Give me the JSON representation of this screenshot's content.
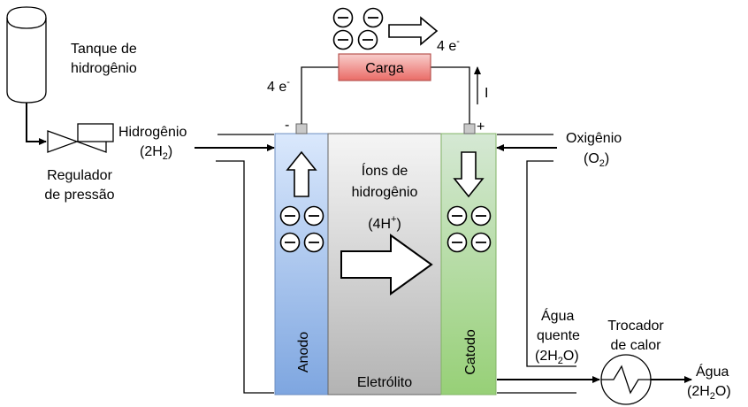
{
  "labels": {
    "tank_line1": "Tanque de",
    "tank_line2": "hidrogênio",
    "regulator_line1": "Regulador",
    "regulator_line2": "de pressão",
    "hydrogen_line1": "Hidrogênio",
    "hydrogen_line2_pre": "(2H",
    "hydrogen_line2_sub": "2",
    "hydrogen_line2_post": ")",
    "electrons_left": "4 e",
    "electrons_left_sup": "-",
    "electrons_top": "4 e",
    "electrons_top_sup": "-",
    "load": "Carga",
    "current": "I",
    "terminal_minus": "-",
    "terminal_plus": "+",
    "oxygen_line1": "Oxigênio",
    "oxygen_line2_pre": "(O",
    "oxygen_line2_sub": "2",
    "oxygen_line2_post": ")",
    "ions_line1": "Íons de",
    "ions_line2": "hidrogênio",
    "ions_line3_pre": "(4H",
    "ions_line3_sup": "+",
    "ions_line3_post": ")",
    "anode": "Anodo",
    "electrolyte": "Eletrólito",
    "cathode": "Catodo",
    "hot_water_line1": "Água",
    "hot_water_line2": "quente",
    "hot_water_line3_pre": "(2H",
    "hot_water_line3_sub": "2",
    "hot_water_line3_post": "O)",
    "exchanger_line1": "Trocador",
    "exchanger_line2": "de calor",
    "water_line1": "Água",
    "water_line2_pre": "(2H",
    "water_line2_sub": "2",
    "water_line2_post": "O)"
  },
  "colors": {
    "anode_top": "#dae8fc",
    "anode_bottom": "#7ea6e0",
    "electrolyte_top": "#f5f5f5",
    "electrolyte_bottom": "#b3b3b3",
    "cathode_top": "#d5e8d4",
    "cathode_bottom": "#97d077",
    "load_top": "#f8cecc",
    "load_bottom": "#ea6b66",
    "load_stroke": "#b85450"
  }
}
